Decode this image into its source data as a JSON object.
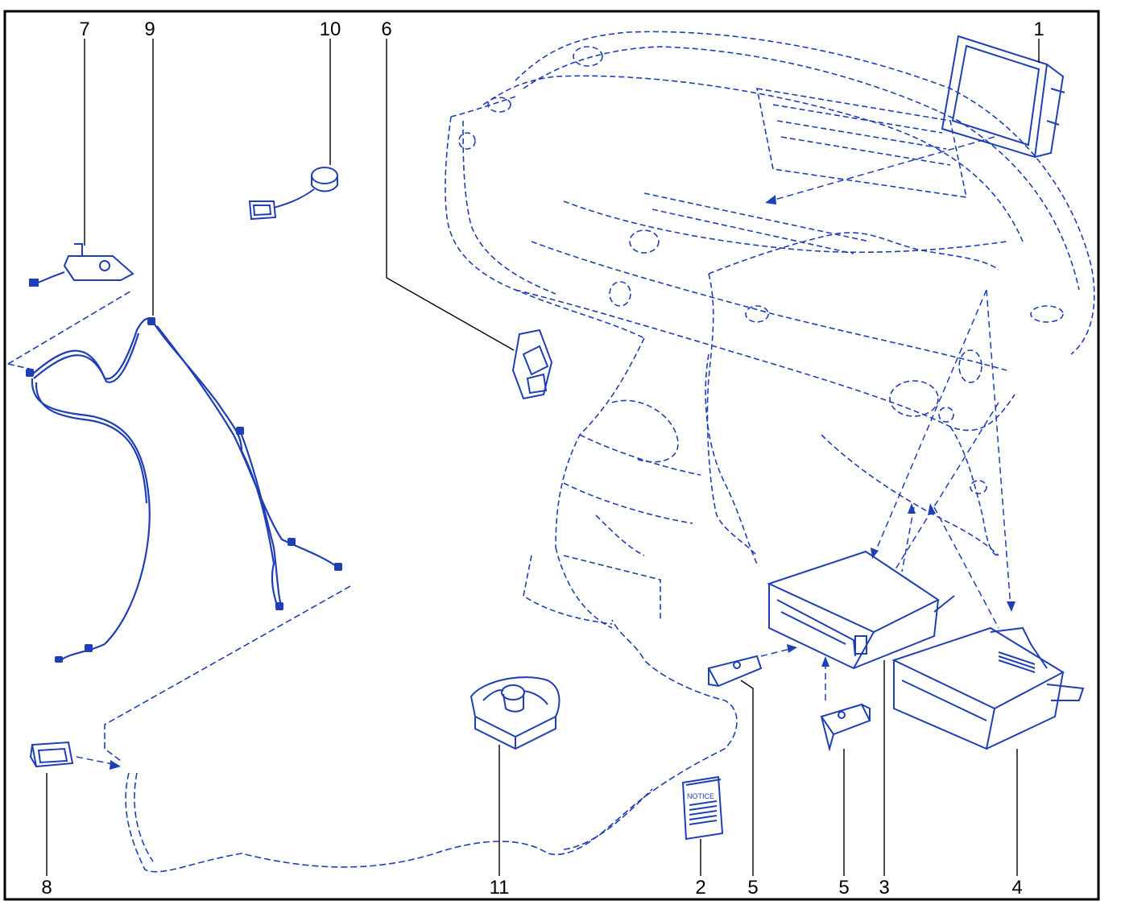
{
  "diagram": {
    "line_color": "#1f3fb4",
    "frame_color": "#000000",
    "callouts": [
      {
        "id": "c1",
        "label": "1"
      },
      {
        "id": "c2",
        "label": "2"
      },
      {
        "id": "c3",
        "label": "3"
      },
      {
        "id": "c4",
        "label": "4"
      },
      {
        "id": "c5a",
        "label": "5"
      },
      {
        "id": "c5b",
        "label": "5"
      },
      {
        "id": "c6",
        "label": "6"
      },
      {
        "id": "c7",
        "label": "7"
      },
      {
        "id": "c8",
        "label": "8"
      },
      {
        "id": "c9",
        "label": "9"
      },
      {
        "id": "c10",
        "label": "10"
      },
      {
        "id": "c11",
        "label": "11"
      }
    ],
    "notice_text": "NOTICE"
  }
}
